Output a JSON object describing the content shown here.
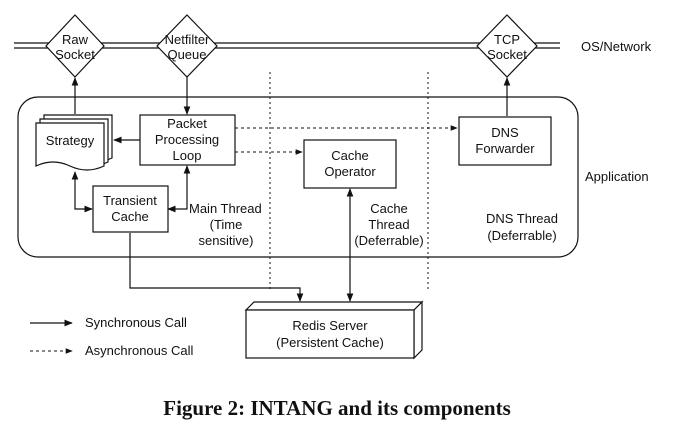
{
  "diagram": {
    "network_nodes": {
      "raw_socket": [
        "Raw",
        "Socket"
      ],
      "netfilter_queue": [
        "Netfilter",
        "Queue"
      ],
      "tcp_socket": [
        "TCP",
        "Socket"
      ]
    },
    "os_network_label": "OS/Network",
    "application_label": "Application",
    "components": {
      "strategy": [
        "Strategy"
      ],
      "packet_loop": [
        "Packet",
        "Processing",
        "Loop"
      ],
      "transient_cache": [
        "Transient",
        "Cache"
      ],
      "cache_operator": [
        "Cache",
        "Operator"
      ],
      "dns_forwarder": [
        "DNS",
        "Forwarder"
      ],
      "redis_server": [
        "Redis Server",
        "(Persistent Cache)"
      ]
    },
    "threads": {
      "main": [
        "Main Thread",
        "(Time",
        "sensitive)"
      ],
      "cache": [
        "Cache",
        "Thread",
        "(Deferrable)"
      ],
      "dns": [
        "DNS Thread",
        "(Deferrable)"
      ]
    },
    "legend": {
      "sync": "Synchronous Call",
      "async": "Asynchronous Call"
    }
  },
  "caption": "Figure 2: INTANG and its components"
}
